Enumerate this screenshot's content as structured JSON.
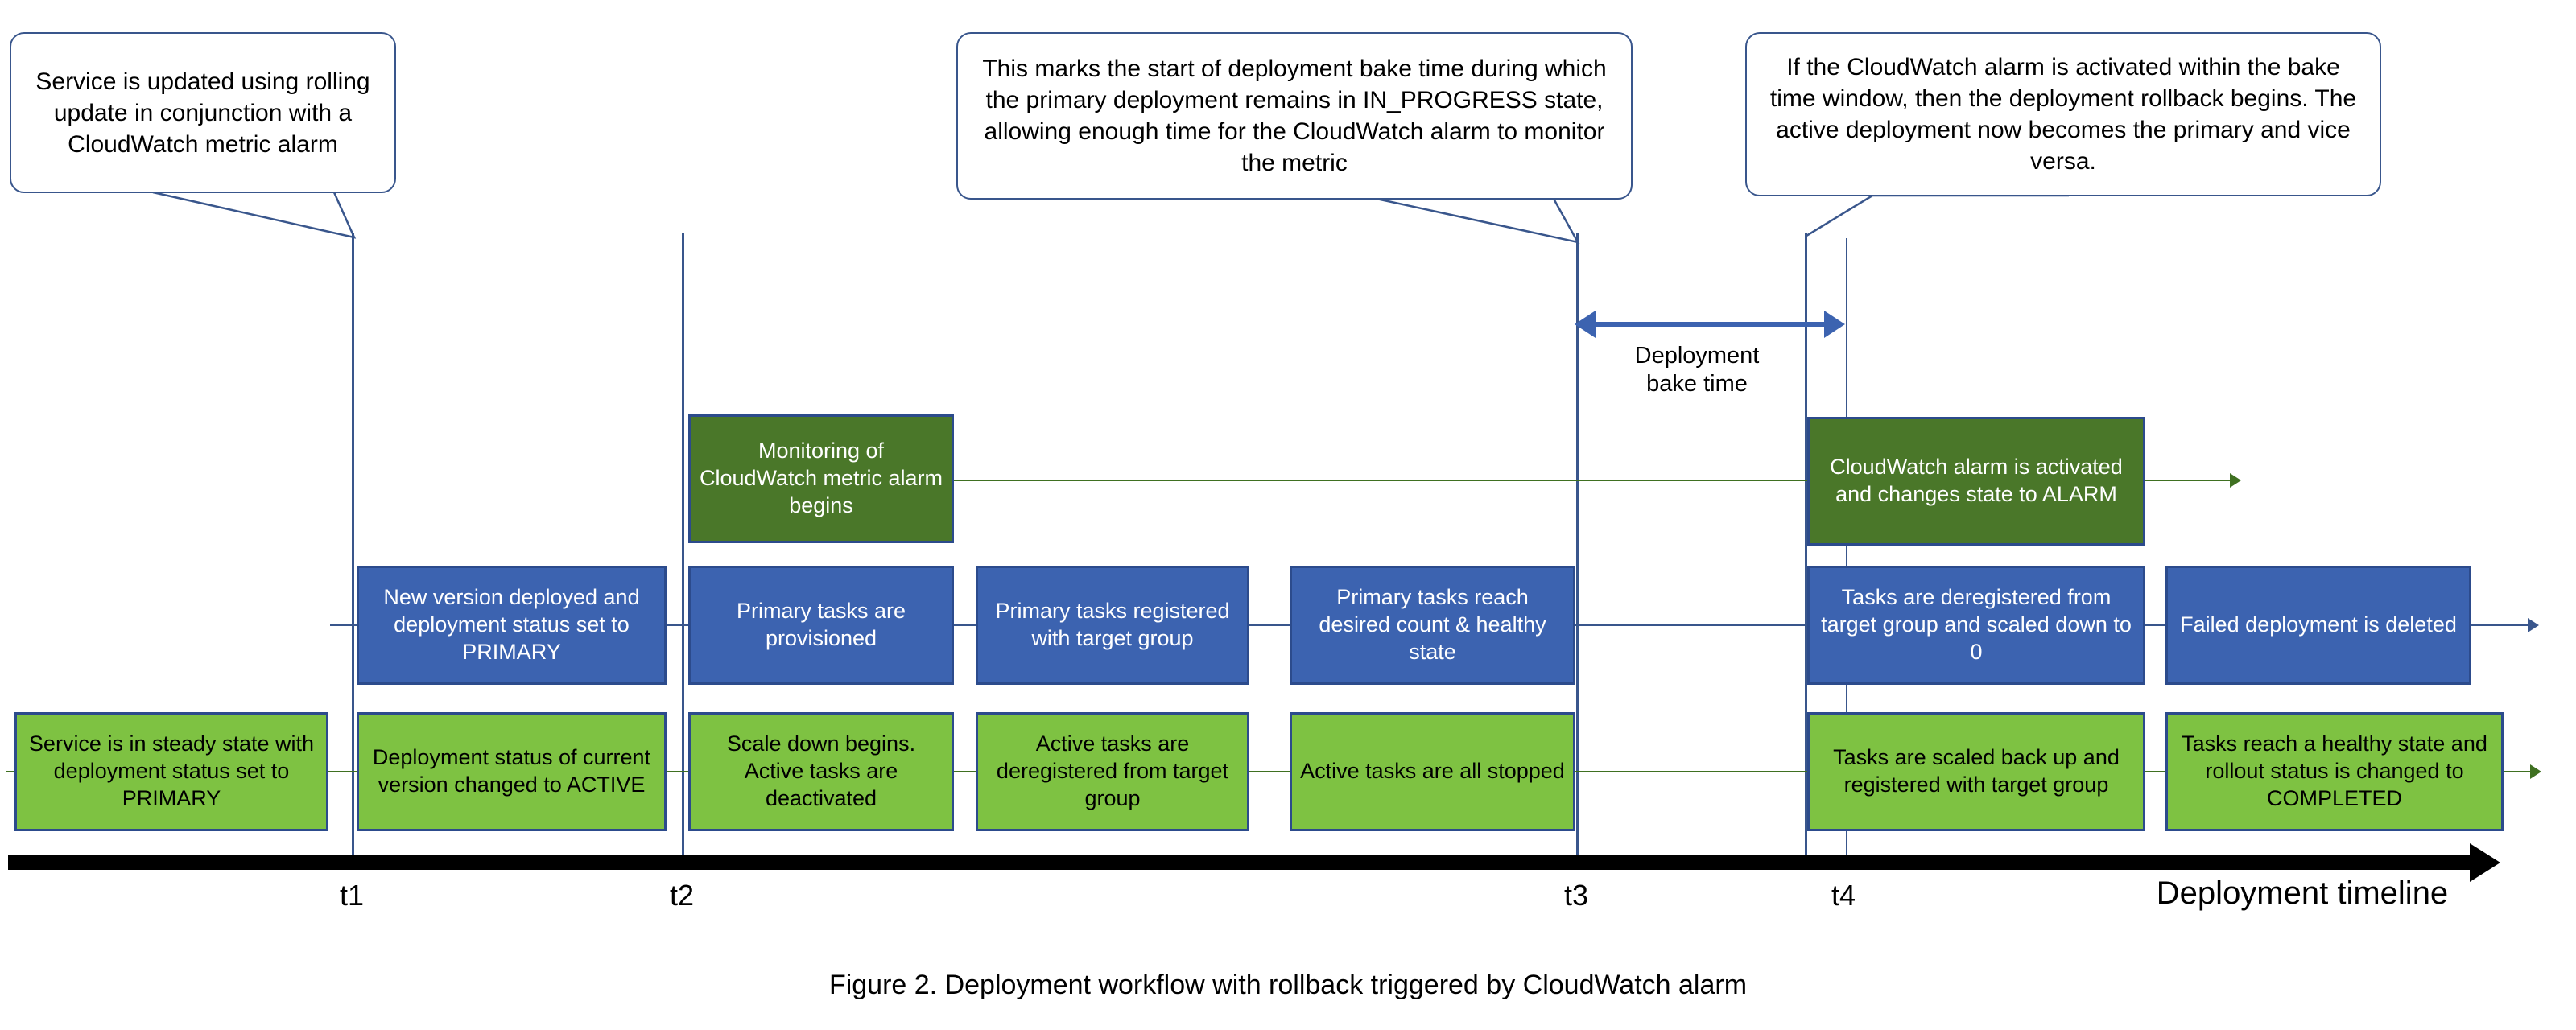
{
  "figure": {
    "caption": "Figure 2. Deployment workflow with rollback triggered by CloudWatch alarm",
    "axis_title": "Deployment timeline",
    "ticks": [
      "t1",
      "t2",
      "t3",
      "t4"
    ],
    "bake_label_line1": "Deployment",
    "bake_label_line2": "bake time"
  },
  "callouts": [
    {
      "id": "callout-rolling-update",
      "text": "Service is updated using rolling update in conjunction with a CloudWatch metric alarm"
    },
    {
      "id": "callout-bake-time-start",
      "text": "This marks the start of deployment bake time during which the primary deployment remains in IN_PROGRESS state, allowing enough time for the CloudWatch alarm to monitor the metric"
    },
    {
      "id": "callout-alarm-rollback",
      "text": "If the CloudWatch alarm is activated within the bake time window, then the deployment rollback begins. The active deployment now becomes the primary and vice versa."
    }
  ],
  "monitoring_row": [
    {
      "id": "monitoring-begins",
      "text": "Monitoring of CloudWatch metric alarm begins",
      "style": "green-dark"
    },
    {
      "id": "alarm-activated",
      "text": "CloudWatch alarm is activated and changes state to ALARM",
      "style": "green-dark"
    }
  ],
  "primary_row": [
    {
      "id": "new-version-deployed",
      "text": "New version deployed and deployment status set to PRIMARY",
      "style": "blue"
    },
    {
      "id": "primary-tasks-provisioned",
      "text": "Primary tasks are provisioned",
      "style": "blue"
    },
    {
      "id": "primary-tasks-registered",
      "text": "Primary tasks registered with target group",
      "style": "blue"
    },
    {
      "id": "primary-tasks-healthy",
      "text": "Primary tasks reach desired count & healthy state",
      "style": "blue"
    },
    {
      "id": "tasks-deregistered-scaled-down",
      "text": "Tasks are deregistered from target group and scaled down to 0",
      "style": "blue"
    },
    {
      "id": "failed-deployment-deleted",
      "text": "Failed deployment is deleted",
      "style": "blue"
    }
  ],
  "active_row": [
    {
      "id": "service-steady-state",
      "text": "Service is in steady state with deployment status set to PRIMARY",
      "style": "green-light"
    },
    {
      "id": "status-changed-active",
      "text": "Deployment status of current version changed to ACTIVE",
      "style": "green-light"
    },
    {
      "id": "scale-down-begins",
      "text": "Scale down begins. Active tasks are deactivated",
      "style": "green-light"
    },
    {
      "id": "active-tasks-deregistered",
      "text": "Active tasks are deregistered from target group",
      "style": "green-light"
    },
    {
      "id": "active-tasks-stopped",
      "text": "Active tasks are all stopped",
      "style": "green-light"
    },
    {
      "id": "tasks-scaled-back-up",
      "text": "Tasks are scaled back up and registered with target group",
      "style": "green-light"
    },
    {
      "id": "tasks-healthy-completed",
      "text": "Tasks reach a healthy state and rollout status is changed to COMPLETED",
      "style": "green-light"
    }
  ],
  "colors": {
    "blue_fill": "#3c63b0",
    "blue_border": "#2c4b8c",
    "green_dark_fill": "#4a7729",
    "green_light_fill": "#7ec242",
    "callout_border": "#39568c",
    "axis": "#000000"
  }
}
